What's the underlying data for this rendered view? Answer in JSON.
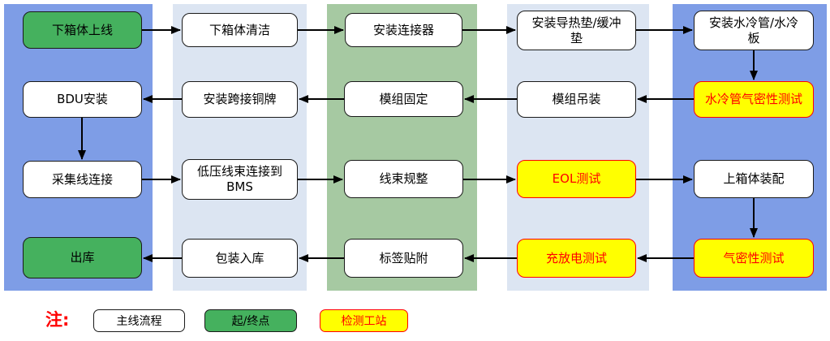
{
  "diagram_type": "flowchart",
  "nodes": [
    {
      "label": "下箱体上线",
      "type": "terminal"
    },
    {
      "label": "下箱体清洁",
      "type": "main"
    },
    {
      "label": "安装连接器",
      "type": "main"
    },
    {
      "label": "安装导热垫/缓冲\n垫",
      "type": "main"
    },
    {
      "label": "安装水冷管/水冷\n板",
      "type": "main"
    },
    {
      "label": "水冷管气密性测试",
      "type": "test"
    },
    {
      "label": "模组吊装",
      "type": "main"
    },
    {
      "label": "模组固定",
      "type": "main"
    },
    {
      "label": "安装跨接铜牌",
      "type": "main"
    },
    {
      "label": "BDU安装",
      "type": "main"
    },
    {
      "label": "采集线连接",
      "type": "main"
    },
    {
      "label": "低压线束连接到\nBMS",
      "type": "main"
    },
    {
      "label": "线束规整",
      "type": "main"
    },
    {
      "label": "EOL测试",
      "type": "test"
    },
    {
      "label": "上箱体装配",
      "type": "main"
    },
    {
      "label": "气密性测试",
      "type": "test"
    },
    {
      "label": "充放电测试",
      "type": "test"
    },
    {
      "label": "标签贴附",
      "type": "main"
    },
    {
      "label": "包装入库",
      "type": "main"
    },
    {
      "label": "出库",
      "type": "terminal"
    }
  ],
  "flow_note": "nodes array is in process order; rows snake left-to-right then right-to-left across 4 rows",
  "legend": {
    "note": "注:",
    "items": [
      {
        "label": "主线流程",
        "type": "main"
      },
      {
        "label": "起/终点",
        "type": "terminal"
      },
      {
        "label": "检测工站",
        "type": "test"
      }
    ]
  },
  "colors": {
    "lane_blue": "#7E9DE6",
    "lane_light_blue": "#DCE5F2",
    "lane_green": "#A6C9A2",
    "terminal_fill": "#45B15E",
    "test_fill": "#FFFF00",
    "test_border": "#FF0000",
    "main_fill": "#FFFFFF",
    "box_border": "#1A1A1A",
    "arrow": "#000000",
    "note_color": "#FF0000"
  }
}
